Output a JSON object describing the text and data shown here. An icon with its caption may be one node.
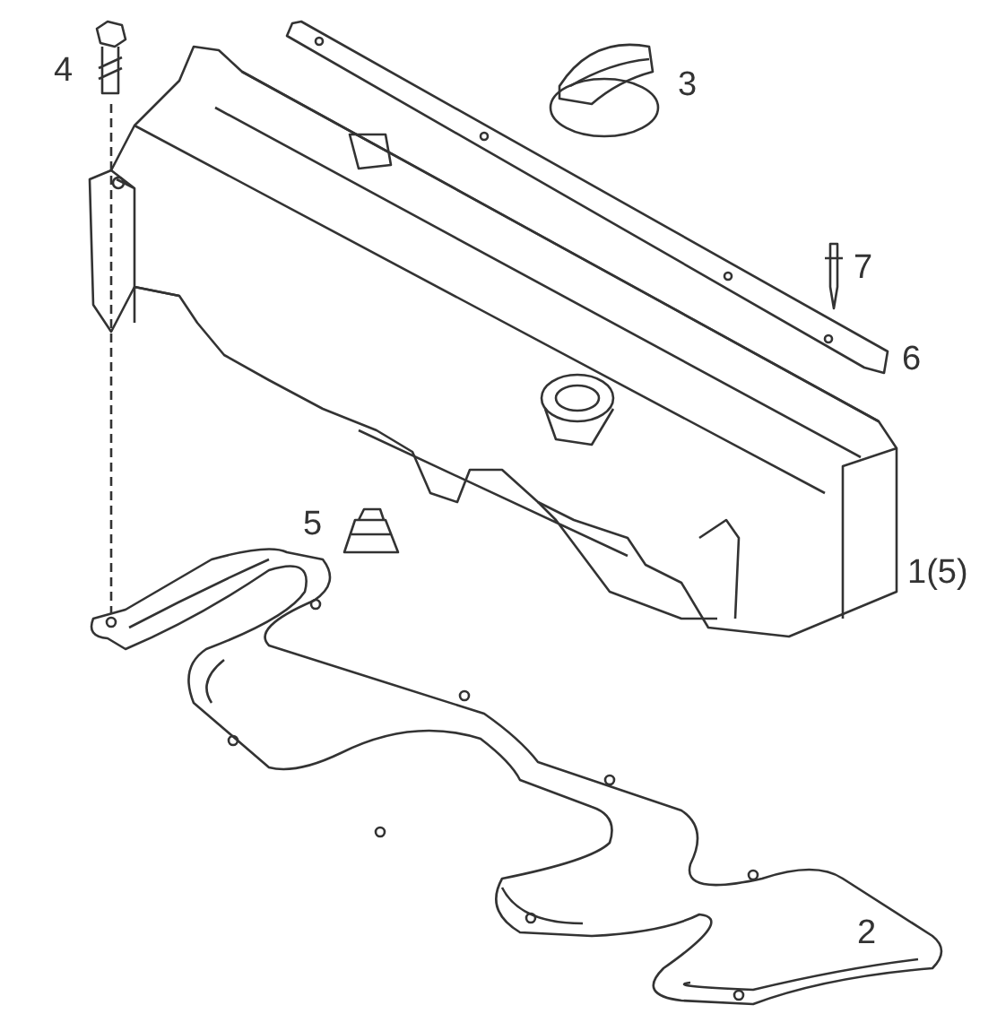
{
  "diagram": {
    "labels": [
      "4",
      "3",
      "7",
      "6",
      "5",
      "1(5)",
      "2"
    ]
  }
}
